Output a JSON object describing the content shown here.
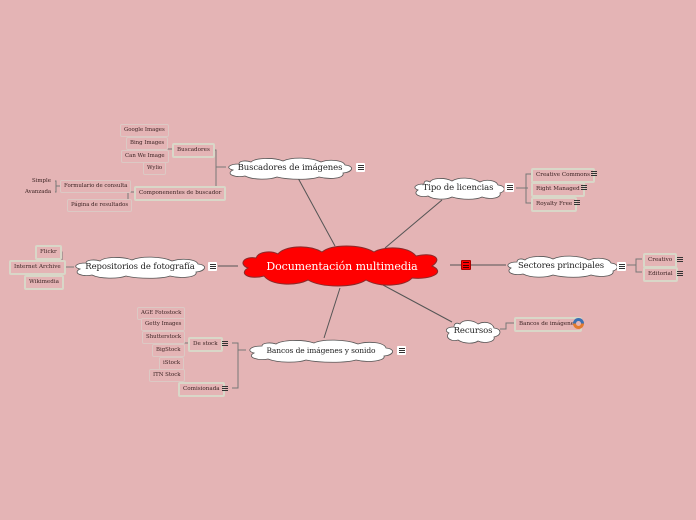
{
  "root": {
    "label": "Documentación multimedia",
    "color": "#ff0000"
  },
  "background": "#e4b4b5",
  "branches": {
    "buscadores": {
      "label": "Buscadores de imágenes",
      "children": {
        "buscadores": {
          "label": "Buscadores",
          "items": [
            "Google Images",
            "Bing Images",
            "Can We Image",
            "Wylio"
          ]
        },
        "componentes": {
          "label": "Componenentes de buscador",
          "formulario": {
            "label": "Formulario de consulta",
            "items": [
              "Simple",
              "Avanzada"
            ]
          },
          "paginas": {
            "label": "Página de resultados"
          }
        }
      }
    },
    "repositorios": {
      "label": "Repositorios de fotografía",
      "items": [
        "Flickr",
        "Internet Archive",
        "Wikimedia"
      ]
    },
    "bancos": {
      "label": "Bancos de imágenes y sonido",
      "destock": {
        "label": "De stock",
        "items": [
          "AGE Fotostock",
          "Getty Images",
          "Shutterstock",
          "BigStock",
          "iStock",
          "ITN Stock"
        ]
      },
      "comisionada": {
        "label": "Comisionada"
      }
    },
    "licencias": {
      "label": "Tipo de licencias",
      "items": [
        "Creative Commons",
        "Right Managed",
        "Royalty Free"
      ]
    },
    "sectores": {
      "label": "Sectores principales",
      "items": [
        "Creativo",
        "Editorial"
      ]
    },
    "recursos": {
      "label": "Recursos",
      "items": [
        "Bancos de imágenes"
      ]
    }
  }
}
